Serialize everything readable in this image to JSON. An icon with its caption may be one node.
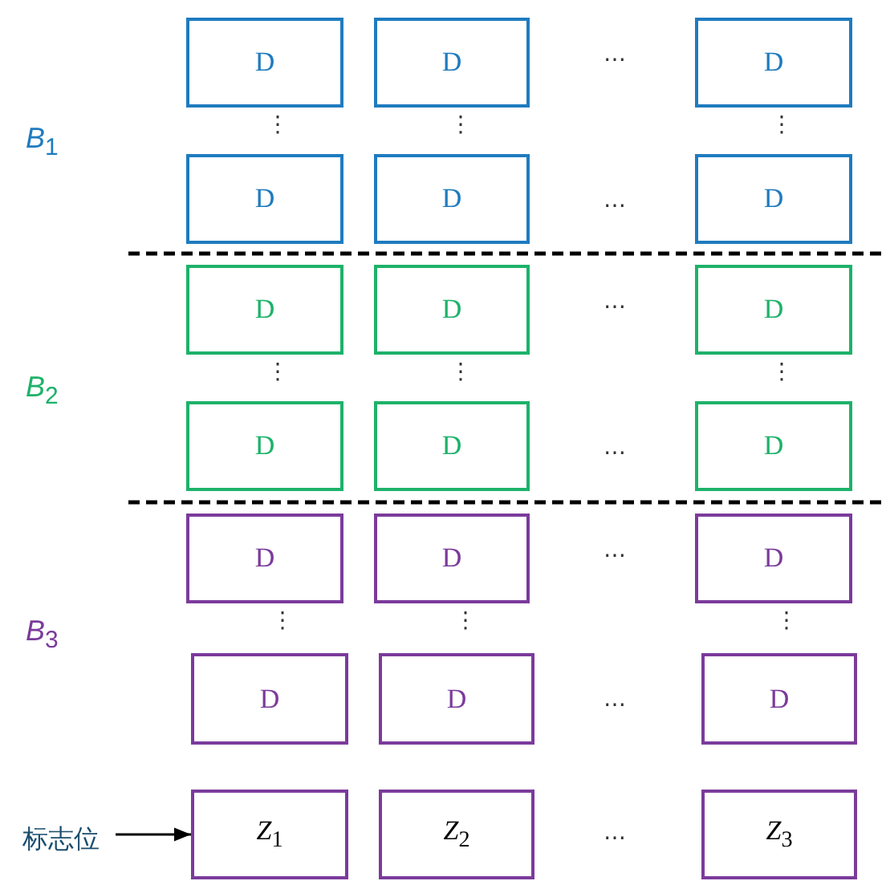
{
  "diagram": {
    "nodes": [
      {
        "text": [
          "D"
        ]
      },
      {
        "text": [
          "D"
        ]
      },
      {
        "text": [
          "D"
        ]
      },
      {
        "text": [
          "D"
        ]
      },
      {
        "text": [
          "D"
        ]
      },
      {
        "text": [
          "D"
        ]
      },
      {
        "text": [
          "D"
        ]
      },
      {
        "text": [
          "D"
        ]
      },
      {
        "text": [
          "D"
        ]
      },
      {
        "text": [
          "D"
        ]
      },
      {
        "text": [
          "D"
        ]
      },
      {
        "text": [
          "D"
        ]
      },
      {
        "text": [
          "D"
        ]
      },
      {
        "text": [
          "D"
        ]
      },
      {
        "text": [
          "D"
        ]
      },
      {
        "text": [
          "D"
        ]
      },
      {
        "text": [
          "D"
        ]
      },
      {
        "text": [
          "D"
        ]
      },
      {
        "text": [
          "标志位"
        ]
      },
      {
        "text": [
          "*Z*$_{1}$"
        ]
      },
      {
        "text": [
          "*Z*$_{2}$"
        ]
      },
      {
        "text": [
          "*Z*$_{3}$"
        ]
      }
    ],
    "edges": [
      {
        "from": 18,
        "to": 19,
        "arrow": "to"
      }
    ],
    "labels": [
      "…",
      "*B*$_{1}$",
      "⋮",
      "⋮",
      "⋮",
      "…",
      "…",
      "*B*$_{2}$",
      "⋮",
      "⋮",
      "⋮",
      "…",
      "…",
      "*B*$_{3}$",
      "⋮",
      "⋮",
      "⋮",
      "…",
      "…"
    ]
  }
}
